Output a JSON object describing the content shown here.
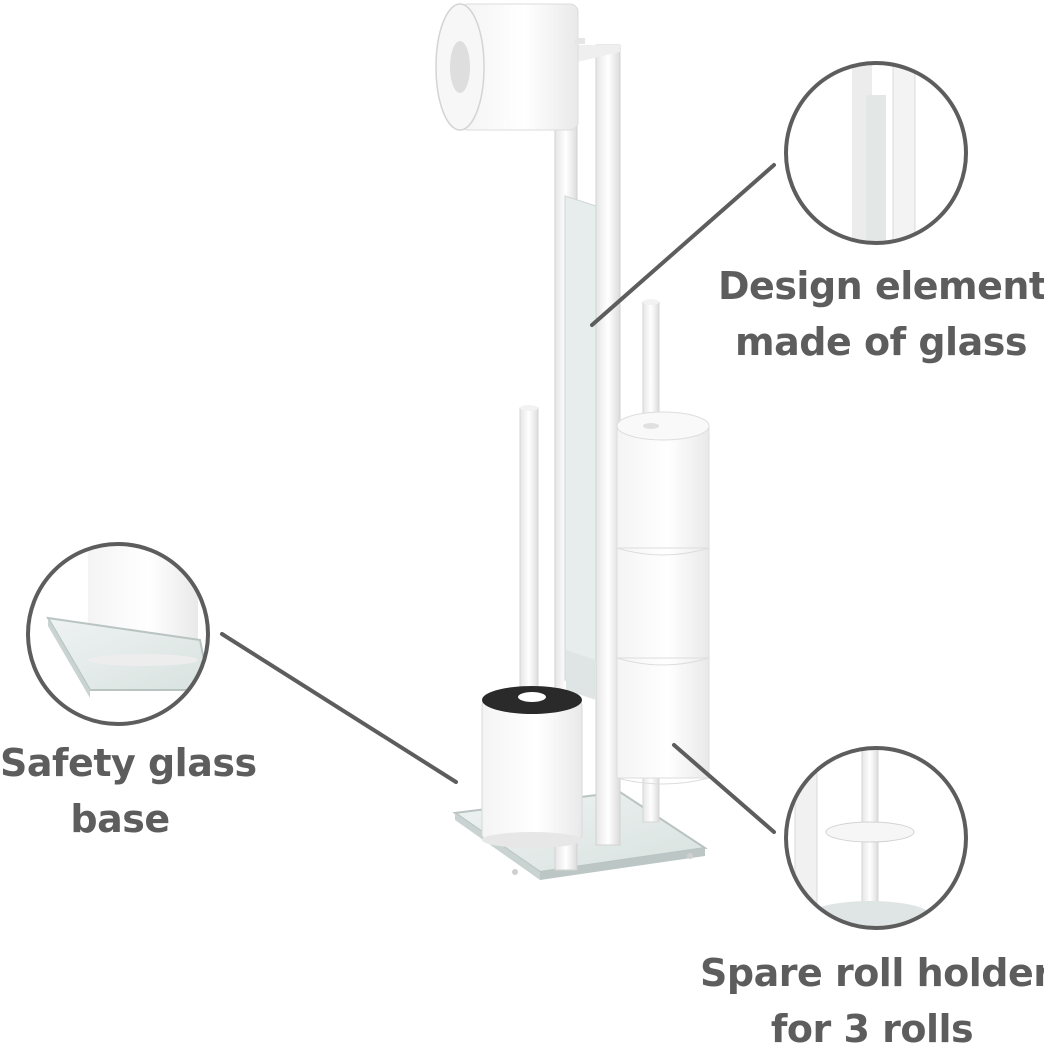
{
  "product": {
    "name": "toilet paper holder stand with toilet brush",
    "finish_color": "#ffffff",
    "accent_color": "#5d5d5d"
  },
  "callouts": {
    "design_element": {
      "line1": "Design element",
      "line2": "made of glass"
    },
    "safety_glass": {
      "line1": "Safety glass",
      "line2": "base"
    },
    "spare_roll": {
      "line1": "Spare roll holder",
      "line2": "for 3 rolls"
    }
  }
}
